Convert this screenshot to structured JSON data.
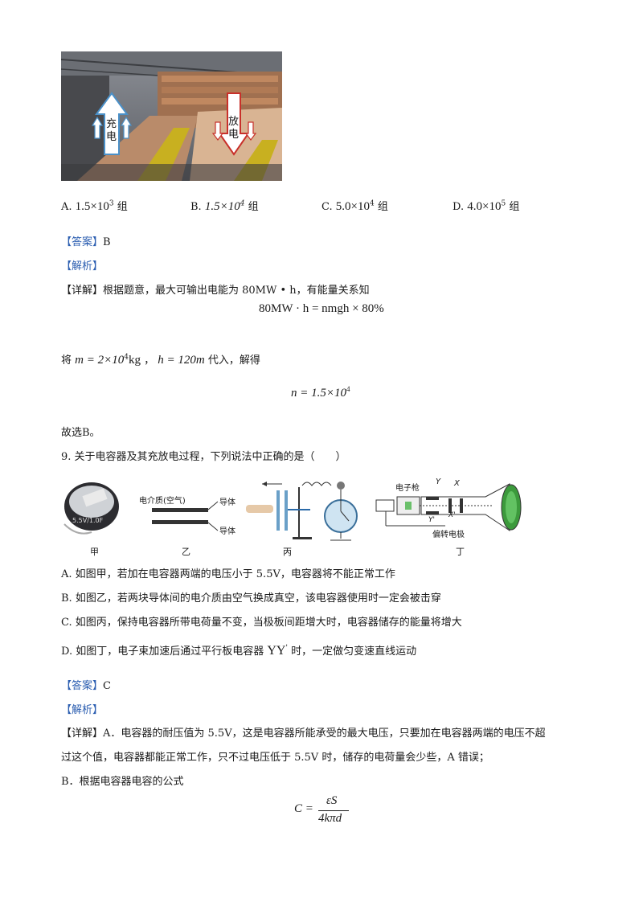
{
  "figure_top": {
    "charge_label": "充\n电",
    "discharge_label": "放\n电"
  },
  "q8_options": [
    {
      "letter": "A.",
      "mantissa": "1.5×10",
      "exp": "3",
      "unit": "组"
    },
    {
      "letter": "B.",
      "mantissa": "1.5×10",
      "exp": "4",
      "unit": "组"
    },
    {
      "letter": "C.",
      "mantissa": "5.0×10",
      "exp": "4",
      "unit": "组"
    },
    {
      "letter": "D.",
      "mantissa": "4.0×10",
      "exp": "5",
      "unit": "组"
    }
  ],
  "q8": {
    "answer_line": "【答案】B",
    "analysis_label": "【解析】",
    "detail_line": "【详解】根据题意，最大可输出电能为 80MW • h，有能量关系知",
    "eq1": "80MW · h = nmgh × 80%",
    "sub_prefix": "将",
    "sub_m": "m = 2×10",
    "sub_m_exp": "4",
    "sub_m_unit": "kg",
    "sub_sep": "，",
    "sub_h": "h = 120m",
    "sub_suffix": "代入，解得",
    "eq2_lhs": "n = 1.5×10",
    "eq2_exp": "4",
    "conclusion": "故选B。"
  },
  "q9": {
    "stem": "9. 关于电容器及其充放电过程，下列说法中正确的是（　　）",
    "figure_labels": [
      "甲",
      "乙",
      "丙",
      "丁"
    ],
    "fig_yi_dielectric": "电介质(空气)",
    "fig_yi_conductor": "导体",
    "fig_jia_text": "5.5V/1.0F",
    "fig_ding_gun": "电子枪",
    "fig_ding_deflect": "偏转电极",
    "fig_ding_Y": "Y",
    "fig_ding_X": "X",
    "fig_ding_Y2": "Y'",
    "fig_ding_X2": "X'",
    "options": [
      "A. 如图甲，若加在电容器两端的电压小于 5.5V，电容器将不能正常工作",
      "B. 如图乙，若两块导体间的电介质由空气换成真空，该电容器使用时一定会被击穿",
      "C. 如图丙，保持电容器所带电荷量不变，当极板间距增大时，电容器储存的能量将增大"
    ],
    "option_d_prefix": "D. 如图丁，电子束加速后通过平行板电容器",
    "option_d_math": "YY",
    "option_d_prime": "'",
    "option_d_suffix": "时，一定做匀变速直线运动",
    "answer_line": "【答案】C",
    "analysis_label": "【解析】",
    "detail1": "【详解】A．电容器的耐压值为 5.5V，这是电容器所能承受的最大电压，只要加在电容器两端的电压不超",
    "detail2": "过这个值，电容器都能正常工作，只不过电压低于 5.5V 时，储存的电荷量会少些，A 错误；",
    "detail3": "B．根据电容器电容的公式",
    "formula_lhs": "C =",
    "formula_num": "εS",
    "formula_den": "4kπd"
  }
}
